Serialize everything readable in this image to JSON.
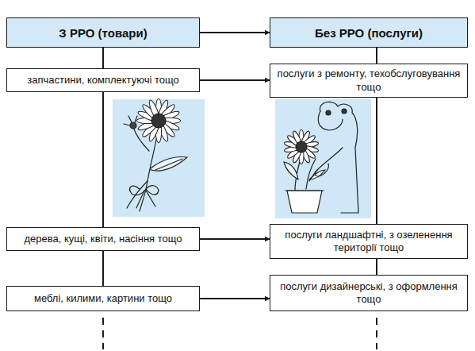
{
  "diagram": {
    "nodes": [
      {
        "text": [
          "З РРО (товари)"
        ]
      },
      {
        "text": [
          "Без РРО (послуги)"
        ]
      },
      {
        "text": [
          "запчастини, комплектуючі тощо"
        ]
      },
      {
        "text": [
          "послуги з ремонту, техобслуговування тощо"
        ]
      },
      {
        "text": [
          "дерева, кущі, квіти, насіння тощо"
        ]
      },
      {
        "text": [
          "послуги ландшафтні, з озеленення території тощо"
        ]
      },
      {
        "text": [
          "меблі, килими, картини тощо"
        ]
      },
      {
        "text": [
          "послуги дизайнерські, з оформлення тощо"
        ]
      }
    ],
    "edges": [
      {
        "from": 0,
        "to": 1,
        "arrow": "to"
      },
      {
        "from": 2,
        "to": 3,
        "arrow": "to"
      },
      {
        "from": 4,
        "to": 5,
        "arrow": "to"
      },
      {
        "from": 6,
        "to": 7,
        "arrow": "to"
      },
      {
        "from": 0,
        "to": 2,
        "arrow": "none"
      },
      {
        "from": 2,
        "to": 4,
        "arrow": "none"
      },
      {
        "from": 4,
        "to": 6,
        "arrow": "none"
      },
      {
        "from": 1,
        "to": 3,
        "arrow": "none"
      },
      {
        "from": 3,
        "to": 5,
        "arrow": "none"
      },
      {
        "from": 5,
        "to": 7,
        "arrow": "none"
      }
    ]
  }
}
